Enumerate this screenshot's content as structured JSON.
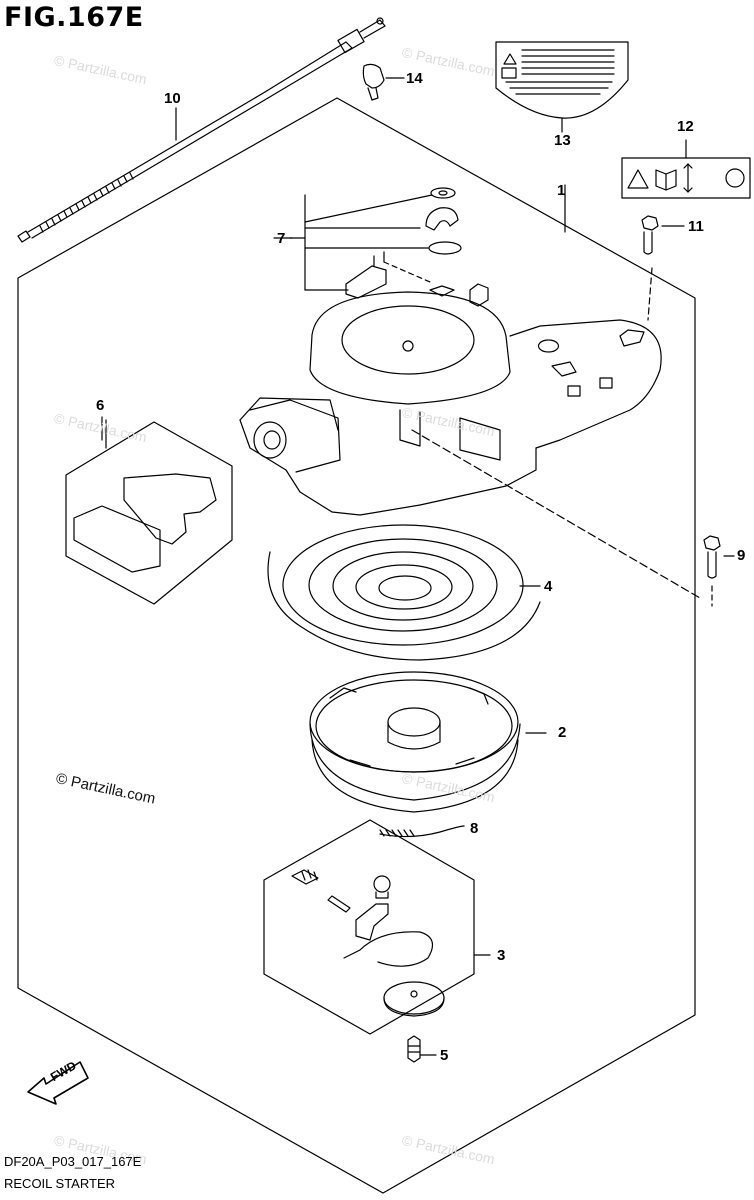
{
  "figure": {
    "title": "FIG.167E",
    "code": "DF20A_P03_017_167E",
    "name": "RECOIL STARTER"
  },
  "watermark": "© Partzilla.com",
  "direction_label": "FWD",
  "callouts": [
    "1",
    "2",
    "3",
    "4",
    "5",
    "6",
    "7",
    "8",
    "9",
    "10",
    "11",
    "12",
    "13",
    "14"
  ],
  "parts": [
    {
      "ref": "1",
      "name": "starter-housing-assembly"
    },
    {
      "ref": "2",
      "name": "reel"
    },
    {
      "ref": "3",
      "name": "ratchet-kit"
    },
    {
      "ref": "4",
      "name": "recoil-spring"
    },
    {
      "ref": "5",
      "name": "screw"
    },
    {
      "ref": "6",
      "name": "starter-handle"
    },
    {
      "ref": "7",
      "name": "cable-clamp-kit"
    },
    {
      "ref": "8",
      "name": "starter-rope"
    },
    {
      "ref": "9",
      "name": "bolt"
    },
    {
      "ref": "10",
      "name": "start-in-gear-cable"
    },
    {
      "ref": "11",
      "name": "bolt"
    },
    {
      "ref": "12",
      "name": "caution-label"
    },
    {
      "ref": "13",
      "name": "warning-label"
    },
    {
      "ref": "14",
      "name": "clip"
    }
  ],
  "colors": {
    "line": "#000000",
    "background": "#ffffff",
    "watermark_faint": "#dcdcdc"
  }
}
